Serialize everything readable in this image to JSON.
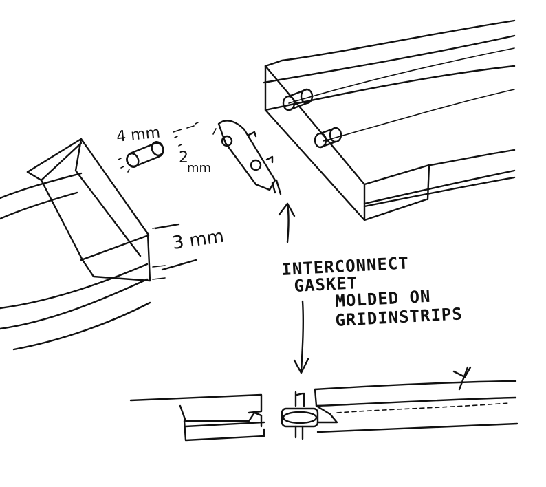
{
  "labels": {
    "dim_4mm": "4 mm",
    "dim_2mm_top": "2",
    "dim_2mm_bottom": "mm",
    "dim_3mm": "3 mm",
    "note_line1": "INTERCONNECT",
    "note_line2": "GASKET",
    "note_line3": "MOLDED ON",
    "note_line4": "GRIDINSTRIPS"
  }
}
